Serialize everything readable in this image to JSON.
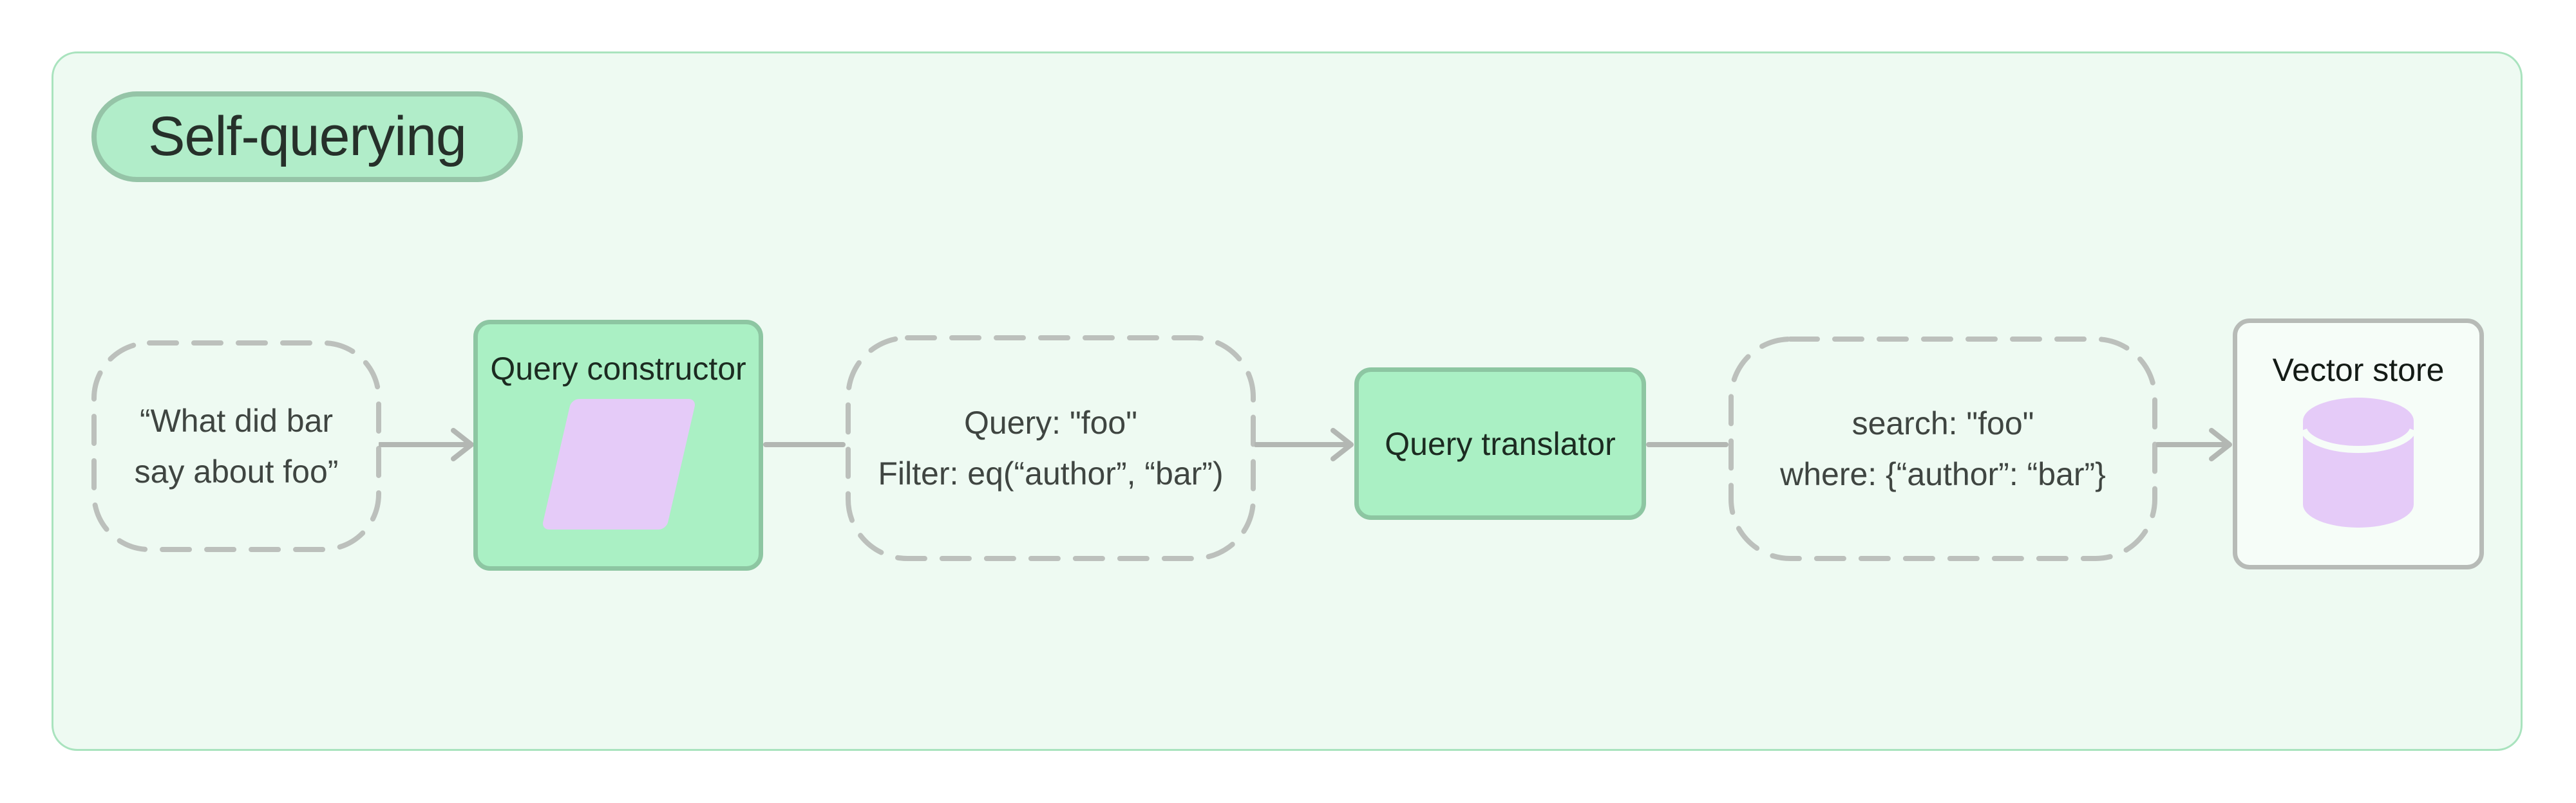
{
  "badge": {
    "label": "Self-querying"
  },
  "flow": {
    "user_query": {
      "line1": "“What did bar",
      "line2": "say about foo”"
    },
    "query_constructor": {
      "label": "Query constructor",
      "icon": "parallelogram-icon"
    },
    "constructed_query": {
      "line1": "Query: \"foo\"",
      "line2": "Filter: eq(“author”, “bar”)"
    },
    "query_translator": {
      "label": "Query translator"
    },
    "translated_query": {
      "line1": "search: \"foo\"",
      "line2": "where: {“author”: “bar”}"
    },
    "vector_store": {
      "label": "Vector store",
      "icon": "database-icon"
    }
  },
  "colors": {
    "panel_bg": "#eefaf2",
    "panel_border": "#a9e3be",
    "pill_bg": "#b1edc9",
    "pill_border": "#95c4a7",
    "green_fill": "#aaf0c4",
    "green_border": "#8dc6a2",
    "lavender": "#e5cbf8",
    "dash": "#bcc0bc",
    "line": "#b3b7b3",
    "node_ink": "#3f4541",
    "box_ink": "#1c2b21",
    "vs_bg": "#f6fdf8",
    "vs_border": "#b7bbb7"
  }
}
